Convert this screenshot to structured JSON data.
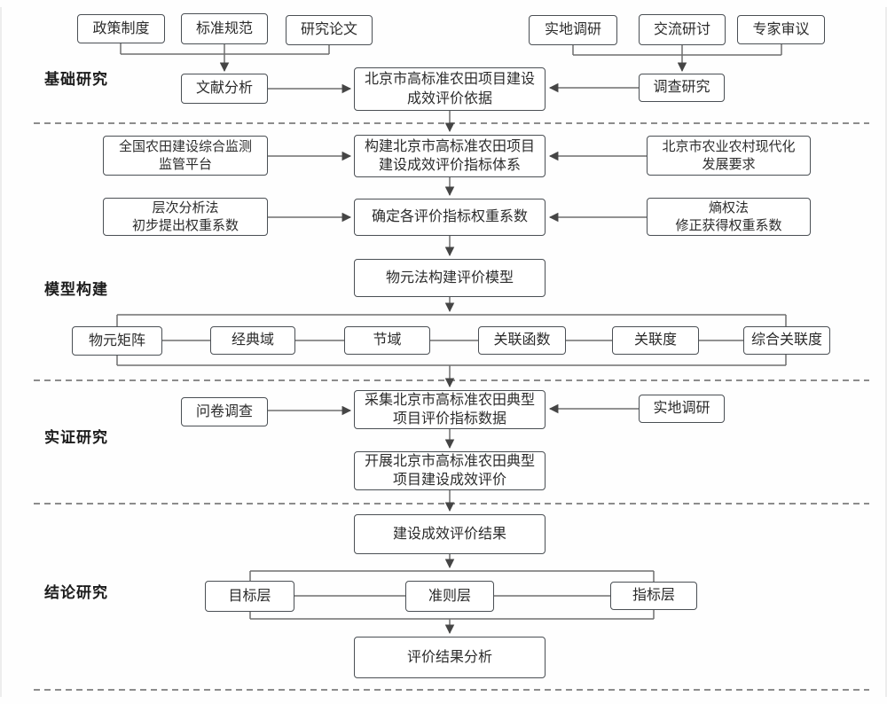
{
  "sections": {
    "basic": "基础研究",
    "model": "模型构建",
    "empirical": "实证研究",
    "conclusion": "结论研究"
  },
  "nodes": {
    "policy": "政策制度",
    "standard": "标准规范",
    "paper": "研究论文",
    "literature": "文献分析",
    "field_survey_1": "实地调研",
    "exchange": "交流研讨",
    "expert": "专家审议",
    "survey": "调查研究",
    "basis": "北京市高标准农田项目建设\n成效评价依据",
    "platform": "全国农田建设综合监测\n监管平台",
    "modernization": "北京市农业农村现代化\n发展要求",
    "build_system": "构建北京市高标准农田项目\n建设成效评价指标体系",
    "ahp": "层次分析法\n初步提出权重系数",
    "entropy": "熵权法\n修正获得权重系数",
    "weight": "确定各评价指标权重系数",
    "model_build": "物元法构建评价模型",
    "matter_matrix": "物元矩阵",
    "classical_domain": "经典域",
    "segment_domain": "节域",
    "correlation_function": "关联函数",
    "correlation_degree": "关联度",
    "comprehensive_degree": "综合关联度",
    "questionnaire": "问卷调查",
    "collect": "采集北京市高标准农田典型\n项目评价指标数据",
    "field_survey_2": "实地调研",
    "carry_out": "开展北京市高标准农田典型\n项目建设成效评价",
    "result": "建设成效评价结果",
    "target_layer": "目标层",
    "criterion_layer": "准则层",
    "indicator_layer": "指标层",
    "analysis": "评价结果分析"
  },
  "colors": {
    "box_border": "#4a4f54",
    "connector_line": "#6e6e6e",
    "dashed_divider": "#8c8c8c",
    "text": "#2b2b2b"
  }
}
